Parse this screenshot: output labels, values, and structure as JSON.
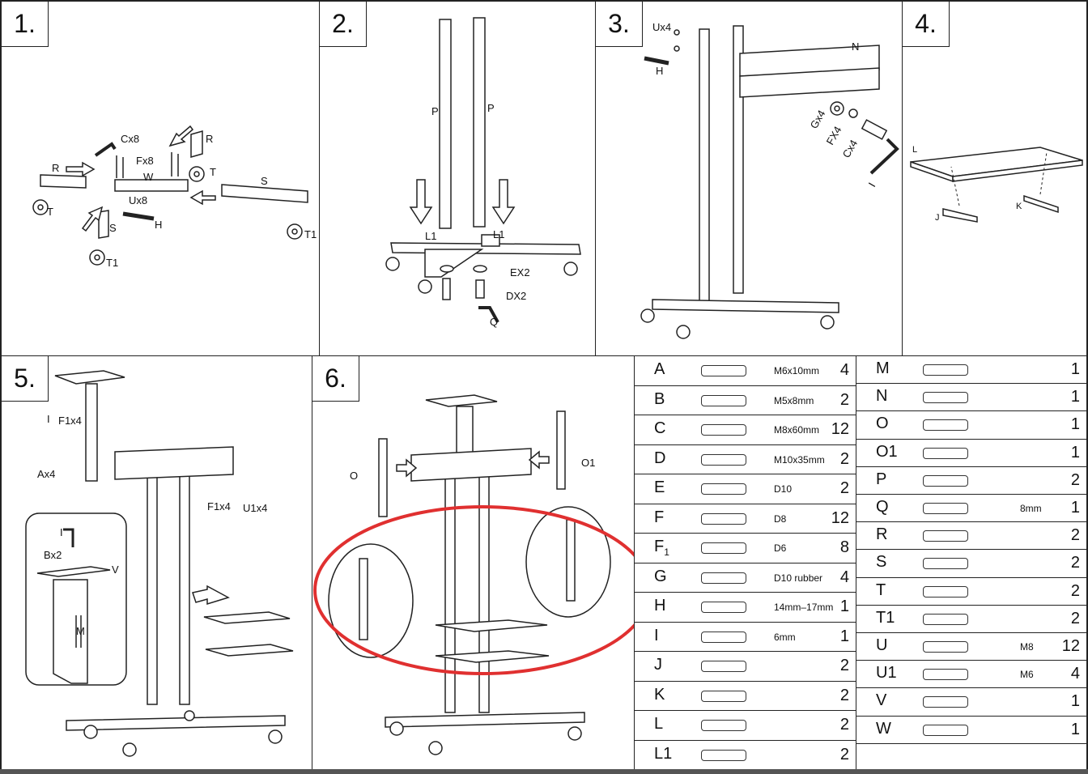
{
  "steps": [
    {
      "number": "1.",
      "labels": [
        "Cx8",
        "Fx8",
        "R",
        "R",
        "W",
        "T",
        "S",
        "T",
        "Ux8",
        "H",
        "S",
        "T1",
        "T1"
      ]
    },
    {
      "number": "2.",
      "labels": [
        "P",
        "P",
        "L1",
        "L1",
        "EX2",
        "DX2",
        "Q"
      ]
    },
    {
      "number": "3.",
      "labels": [
        "Ux4",
        "H",
        "N",
        "Gx4",
        "FX4",
        "Cx4",
        "I"
      ]
    },
    {
      "number": "4.",
      "labels": [
        "L",
        "J",
        "K"
      ]
    },
    {
      "number": "5.",
      "labels": [
        "I",
        "F1x4",
        "Ax4",
        "F1x4",
        "U1x4",
        "I",
        "Bx2",
        "V",
        "M"
      ]
    },
    {
      "number": "6.",
      "labels": [
        "O",
        "O1"
      ]
    }
  ],
  "parts_left": [
    {
      "letter": "A",
      "spec": "M6x10mm",
      "qty": "4"
    },
    {
      "letter": "B",
      "spec": "M5x8mm",
      "qty": "2"
    },
    {
      "letter": "C",
      "spec": "M8x60mm",
      "qty": "12"
    },
    {
      "letter": "D",
      "spec": "M10x35mm",
      "qty": "2"
    },
    {
      "letter": "E",
      "spec": "D10",
      "qty": "2"
    },
    {
      "letter": "F",
      "spec": "D8",
      "qty": "12"
    },
    {
      "letter": "F",
      "sub": "1",
      "spec": "D6",
      "qty": "8"
    },
    {
      "letter": "G",
      "spec": "D10  rubber",
      "qty": "4"
    },
    {
      "letter": "H",
      "spec": "14mm–17mm",
      "qty": "1"
    },
    {
      "letter": "I",
      "spec": "6mm",
      "qty": "1"
    },
    {
      "letter": "J",
      "spec": "",
      "qty": "2"
    },
    {
      "letter": "K",
      "spec": "",
      "qty": "2"
    },
    {
      "letter": "L",
      "spec": "",
      "qty": "2"
    },
    {
      "letter": "L1",
      "spec": "",
      "qty": "2"
    }
  ],
  "parts_right": [
    {
      "letter": "M",
      "spec": "",
      "qty": "1"
    },
    {
      "letter": "N",
      "spec": "",
      "qty": "1"
    },
    {
      "letter": "O",
      "spec": "",
      "qty": "1"
    },
    {
      "letter": "O1",
      "spec": "",
      "qty": "1"
    },
    {
      "letter": "P",
      "spec": "",
      "qty": "2"
    },
    {
      "letter": "Q",
      "spec": "8mm",
      "qty": "1"
    },
    {
      "letter": "R",
      "spec": "",
      "qty": "2"
    },
    {
      "letter": "S",
      "spec": "",
      "qty": "2"
    },
    {
      "letter": "T",
      "spec": "",
      "qty": "2"
    },
    {
      "letter": "T1",
      "spec": "",
      "qty": "2"
    },
    {
      "letter": "U",
      "spec": "M8",
      "qty": "12"
    },
    {
      "letter": "U1",
      "spec": "M6",
      "qty": "4"
    },
    {
      "letter": "V",
      "spec": "",
      "qty": "1"
    },
    {
      "letter": "W",
      "spec": "",
      "qty": "1"
    }
  ],
  "highlight_color": "#e03030"
}
